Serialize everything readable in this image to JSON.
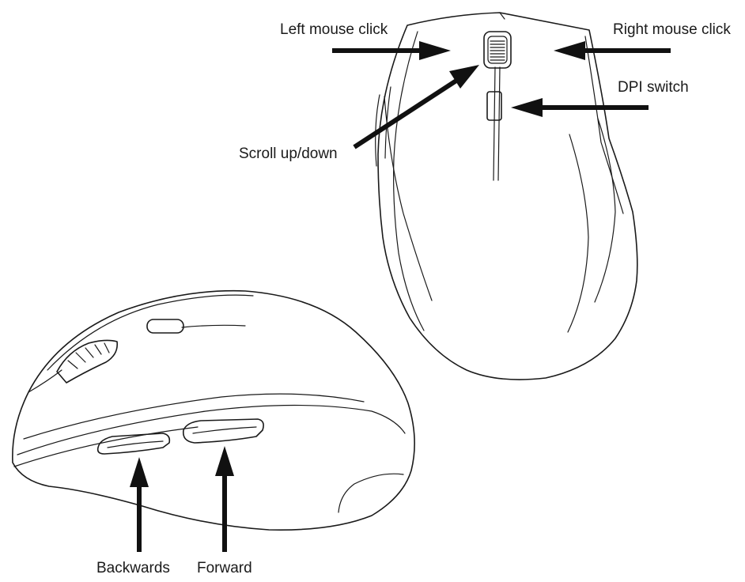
{
  "labels": {
    "left_click": "Left mouse click",
    "right_click": "Right mouse click",
    "dpi_switch": "DPI switch",
    "scroll": "Scroll up/down",
    "backwards": "Backwards",
    "forward": "Forward"
  },
  "colors": {
    "ink": "#1a1a1a",
    "arrow": "#111111",
    "background": "#ffffff"
  }
}
